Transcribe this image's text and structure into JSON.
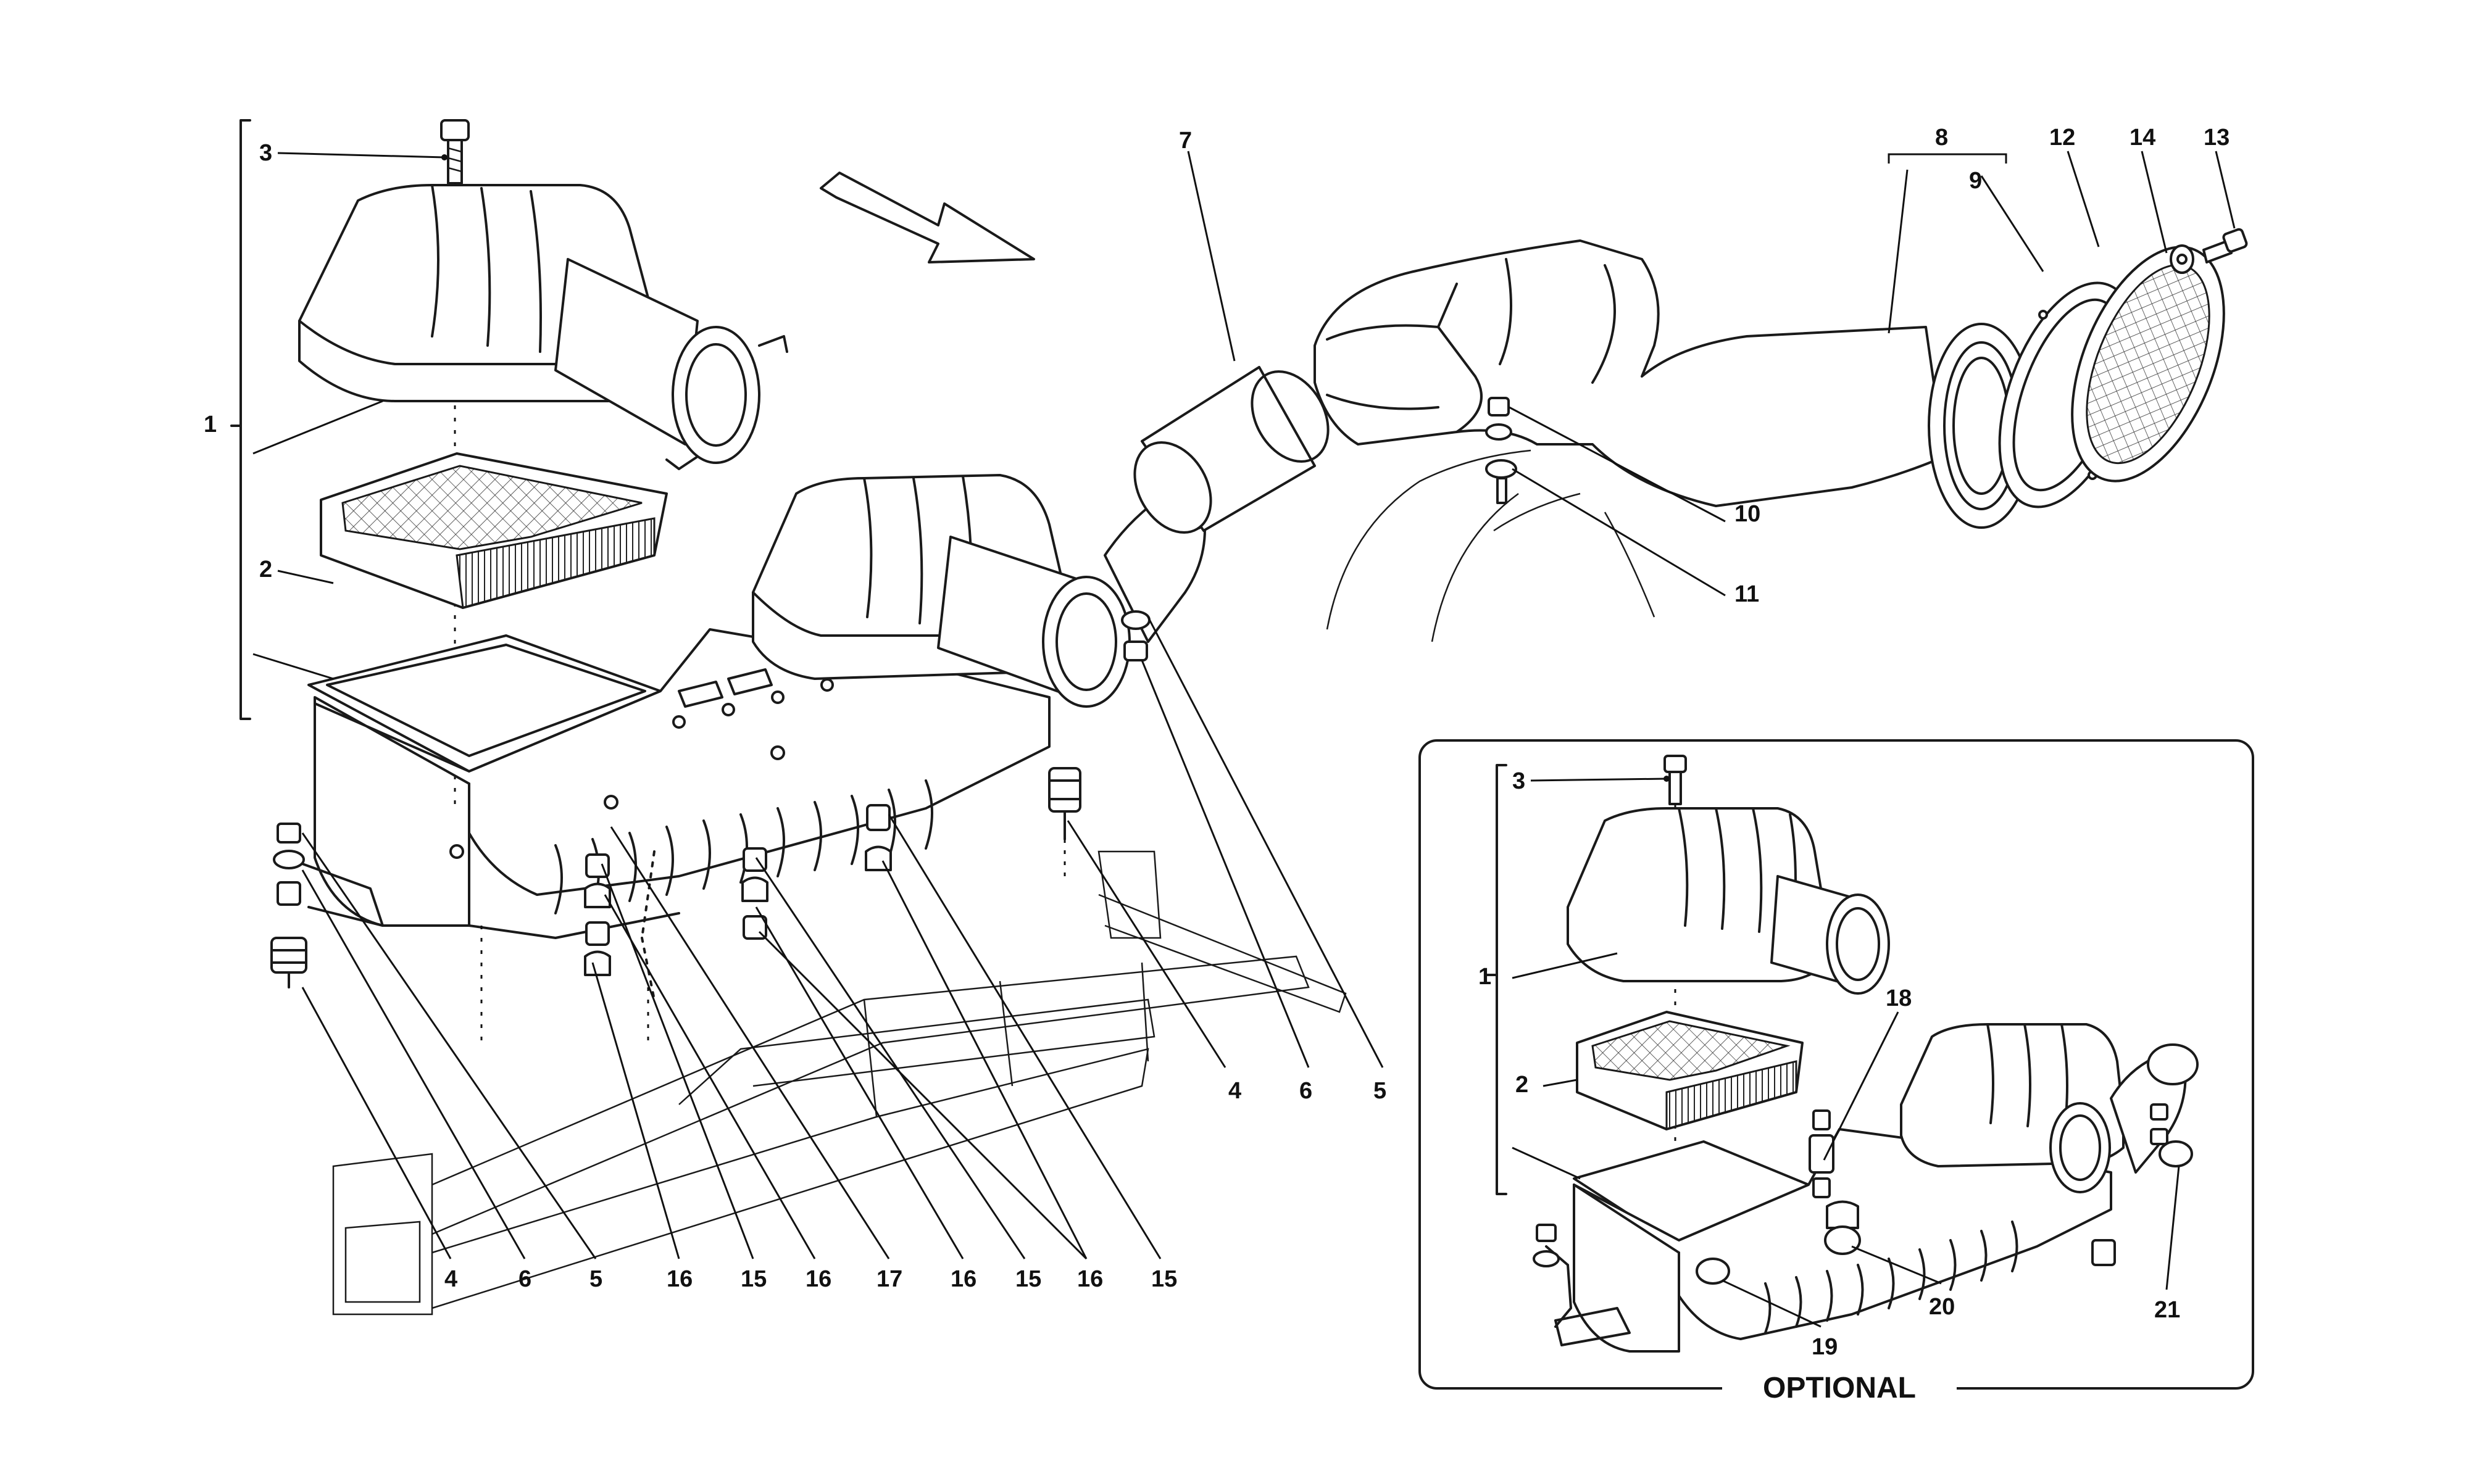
{
  "diagram": {
    "main_callouts": {
      "c1": "1",
      "c2": "2",
      "c3": "3",
      "c4a": "4",
      "c6a": "6",
      "c5a": "5",
      "c7": "7",
      "c8": "8",
      "c9": "9",
      "c10": "10",
      "c11": "11",
      "c12": "12",
      "c13": "13",
      "c14": "14",
      "b4": "4",
      "b6": "6",
      "b5": "5",
      "b16a": "16",
      "b15a": "15",
      "b16b": "16",
      "b17": "17",
      "b16c": "16",
      "b15b": "15",
      "b16d": "16",
      "b15c": "15"
    },
    "inset": {
      "label": "OPTIONAL",
      "callouts": {
        "i3": "3",
        "i1": "1",
        "i2": "2",
        "i18": "18",
        "i19": "19",
        "i20": "20",
        "i21": "21"
      }
    },
    "icons": [
      "arrow-direction-icon",
      "filter-mesh-icon"
    ],
    "colors": {
      "line": "#1a1a1a",
      "background": "#ffffff"
    }
  }
}
